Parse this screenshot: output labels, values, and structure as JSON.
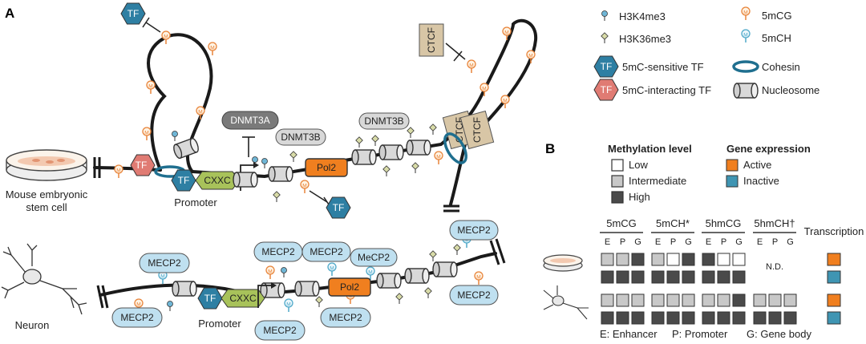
{
  "panels": {
    "a": "A",
    "b": "B"
  },
  "cells": {
    "esc": "Mouse embryonic\nstem cell",
    "neuron": "Neuron"
  },
  "labels": {
    "promoter": "Promoter",
    "tf": "TF",
    "cxxc": "CXXC",
    "pol2": "Pol2",
    "dnmt3a": "DNMT3A",
    "dnmt3b": "DNMT3B",
    "ctcf": "CTCF",
    "mecp2": "MECP2",
    "mecp2_alt": "MeCP2",
    "m": "M"
  },
  "legend": {
    "h3k4me3": "H3K4me3",
    "h3k36me3": "H3K36me3",
    "sensitive_tf": "5mC-sensitive TF",
    "interacting_tf": "5mC-interacting TF",
    "mcg": "5mCG",
    "mch": "5mCH",
    "cohesin": "Cohesin",
    "nucleosome": "Nucleosome"
  },
  "panel_b": {
    "methylation_title": "Methylation level",
    "methylation_levels": [
      "Low",
      "Intermediate",
      "High"
    ],
    "expression_title": "Gene expression",
    "expression_states": [
      "Active",
      "Inactive"
    ],
    "columns": [
      "5mCG",
      "5mCH*",
      "5hmCG",
      "5hmCH†"
    ],
    "sub_columns": [
      "E",
      "P",
      "G"
    ],
    "transcription_title": "Transcription",
    "nd": "N.D.",
    "rows": [
      {
        "cells": [
          [
            "I",
            "I",
            "H"
          ],
          [
            "I",
            "L",
            "H"
          ],
          [
            "H",
            "L",
            "L"
          ],
          null
        ],
        "expression": "Active"
      },
      {
        "cells": [
          [
            "H",
            "H",
            "H"
          ],
          [
            "H",
            "H",
            "H"
          ],
          [
            "H",
            "H",
            "H"
          ],
          null
        ],
        "expression": "Inactive"
      },
      {
        "cells": [
          [
            "I",
            "I",
            "I"
          ],
          [
            "I",
            "I",
            "I"
          ],
          [
            "I",
            "I",
            "H"
          ],
          [
            "I",
            "I",
            "I"
          ]
        ],
        "expression": "Active"
      },
      {
        "cells": [
          [
            "H",
            "H",
            "H"
          ],
          [
            "H",
            "H",
            "H"
          ],
          [
            "H",
            "H",
            "H"
          ],
          [
            "H",
            "H",
            "H"
          ]
        ],
        "expression": "Inactive"
      }
    ],
    "footer": [
      "E: Enhancer",
      "P: Promoter",
      "G: Gene body"
    ]
  },
  "colors": {
    "sensitive_tf": "#2e7fa3",
    "interacting_tf": "#e07b73",
    "cohesin": "#1f6f8f",
    "pol2": "#f07f1f",
    "cxxc": "#a8c25a",
    "ctcf": "#d8c6a6",
    "mecp2": "#bfe0f0",
    "active": "#f07f1f",
    "inactive": "#3f95b3"
  }
}
